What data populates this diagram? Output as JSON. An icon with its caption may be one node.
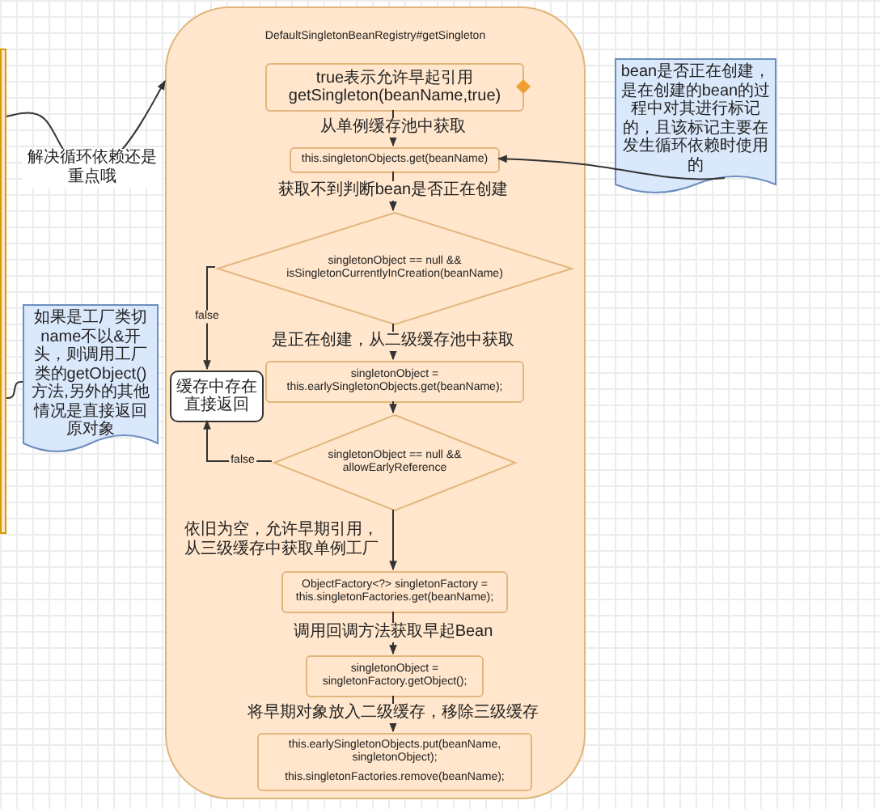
{
  "diagram": {
    "nodes": [
      {
        "text": [
          "DefaultSingletonBeanRegistry#getSingleton"
        ]
      },
      {
        "text": [
          "true表示允许早起引用 getSingleton(beanName,true)"
        ],
        "in": 0
      },
      {
        "text": [
          "this.singletonObjects.get(beanName)"
        ],
        "in": 0
      },
      {
        "text": [
          "singletonObject == null && isSingletonCurrentlyInCreation(beanName)"
        ],
        "in": 0
      },
      {
        "text": [
          "singletonObject = this.earlySingletonObjects.get(beanName);"
        ],
        "in": 0
      },
      {
        "text": [
          "singletonObject == null && allowEarlyReference"
        ],
        "in": 0
      },
      {
        "text": [
          "ObjectFactory<?> singletonFactory = this.singletonFactories.get(beanName);"
        ],
        "in": 0
      },
      {
        "text": [
          "singletonObject = singletonFactory.getObject();"
        ],
        "in": 0
      },
      {
        "text": [
          "this.earlySingletonObjects.put(beanName, singletonObject);",
          "this.singletonFactories.remove(beanName);"
        ],
        "in": 0
      },
      {
        "text": [
          "缓存中存在直接返回"
        ],
        "in": 0
      },
      {
        "text": [
          "bean是否正在创建，是在创建的bean的过程中对其进行标记的，且该标记主要在发生循环依赖时使用的"
        ]
      },
      {
        "text": [
          "如果是工厂类切name不以&开头，则调用工厂类的getObject()方法,另外的其他情况是直接返回原对象"
        ]
      },
      {
        "text": [],
        "shape": "box"
      }
    ],
    "edges": [
      {
        "from": 12,
        "to": 0,
        "arrow": "to",
        "label": "解决循环依赖还是重点哦"
      },
      {
        "from": 1,
        "to": 2,
        "arrow": "to",
        "label": "从单例缓存池中获取"
      },
      {
        "from": 2,
        "to": 3,
        "arrow": "to",
        "label": "获取不到判断bean是否正在创建"
      },
      {
        "from": 10,
        "to": 2,
        "arrow": "to"
      },
      {
        "from": 3,
        "to": 9,
        "arrow": "to",
        "label": "false"
      },
      {
        "from": 3,
        "to": 4,
        "arrow": "to",
        "label": "是正在创建，从二级缓存池中获取"
      },
      {
        "from": 4,
        "to": 5,
        "arrow": "to"
      },
      {
        "from": 5,
        "to": 9,
        "arrow": "to",
        "label": "false"
      },
      {
        "from": 5,
        "to": 6,
        "arrow": "to",
        "label": "依旧为空，允许早期引用，从三级缓存中获取单例工厂"
      },
      {
        "from": 6,
        "to": 7,
        "arrow": "to",
        "label": "调用回调方法获取早起Bean"
      },
      {
        "from": 7,
        "to": 8,
        "arrow": "to",
        "label": "将早期对象放入二级缓存，移除三级缓存"
      },
      {
        "from": 11,
        "to": 12,
        "arrow": "none"
      }
    ]
  }
}
